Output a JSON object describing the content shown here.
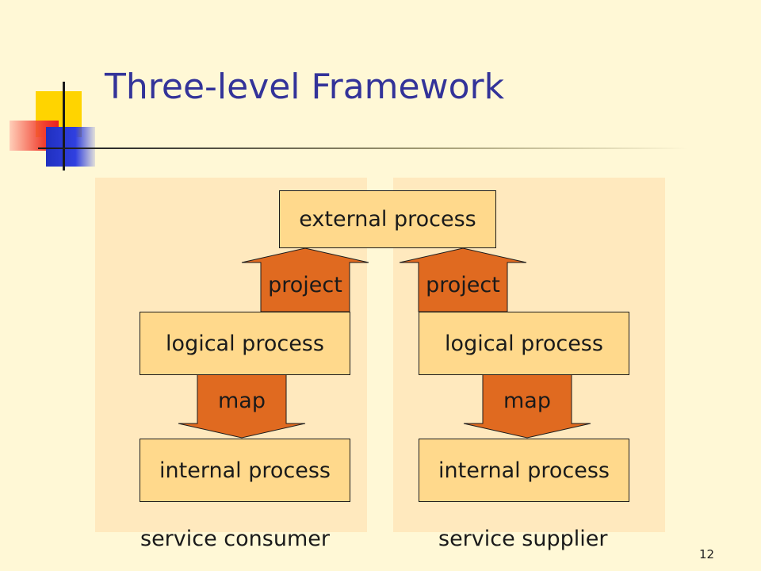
{
  "slide": {
    "title": "Three-level Framework",
    "page_number": "12",
    "colors": {
      "background": "#FFF8D6",
      "title": "#333399",
      "panel": "#FFE9BE",
      "box": "#FFD98C",
      "arrow": "#E06A20"
    }
  },
  "diagram": {
    "external": "external process",
    "left": {
      "project": "project",
      "logical": "logical process",
      "map": "map",
      "internal": "internal process",
      "caption": "service consumer"
    },
    "right": {
      "project": "project",
      "logical": "logical process",
      "map": "map",
      "internal": "internal process",
      "caption": "service supplier"
    }
  }
}
